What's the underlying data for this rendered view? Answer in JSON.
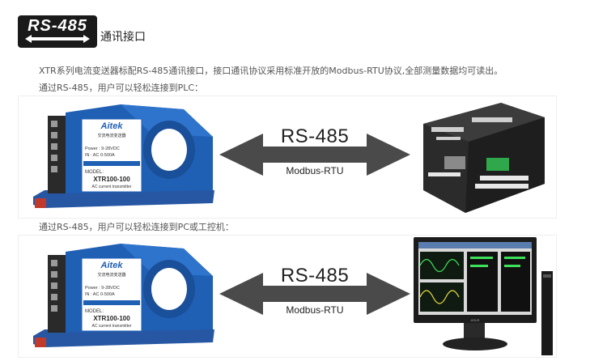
{
  "header": {
    "logo_text": "RS-485",
    "title": "通讯接口"
  },
  "descriptions": {
    "line1": "XTR系列电流变送器标配RS-485通讯接口，接口通讯协议采用标准开放的Modbus-RTU协议,全部测量数据均可读出。",
    "line2": "通过RS-485，用户可以轻松连接到PLC：",
    "line3": "通过RS-485，用户可以轻松连接到PC或工控机："
  },
  "device": {
    "brand": "Aitek",
    "subtitle": "交流电流变送器",
    "spec1": "Power : 9-28VDC",
    "spec2": "IN : AC 0-500A",
    "model_label": "MODEL:",
    "model": "XTR100-100",
    "type": "AC current transmitter"
  },
  "panel1": {
    "protocol": "RS-485",
    "sub": "Modbus-RTU",
    "target_icon": "plc-icon"
  },
  "panel2": {
    "protocol": "RS-485",
    "sub": "Modbus-RTU",
    "target_icon": "pc-monitor-icon",
    "monitor_brand": "ASUS"
  },
  "colors": {
    "device_blue": "#1f5fb4",
    "arrow_gray": "#4a4a4a",
    "logo_bg": "#1a1a1a"
  }
}
